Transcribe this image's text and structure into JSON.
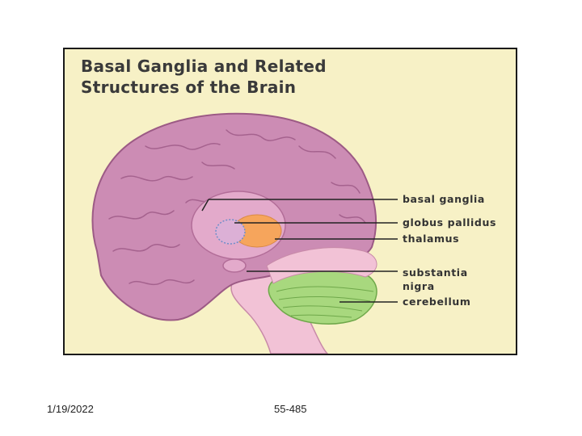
{
  "figure": {
    "title_line1": "Basal Ganglia and Related",
    "title_line2": "Structures of the Brain",
    "labels": {
      "basal_ganglia": "basal ganglia",
      "globus_pallidus": "globus pallidus",
      "thalamus": "thalamus",
      "substantia": "substantia",
      "nigra": "nigra",
      "cerebellum": "cerebellum"
    },
    "colors": {
      "background": "#f7f1c6",
      "cerebrum": "#cc8cb4",
      "basal_ganglia": "#e3aacb",
      "thalamus": "#f6a55c",
      "globus_pallidus": "#6e8ec9",
      "brainstem": "#f2c2d6",
      "cerebellum": "#a8d87e"
    }
  },
  "footer": {
    "date": "1/19/2022",
    "page": "55-485"
  }
}
